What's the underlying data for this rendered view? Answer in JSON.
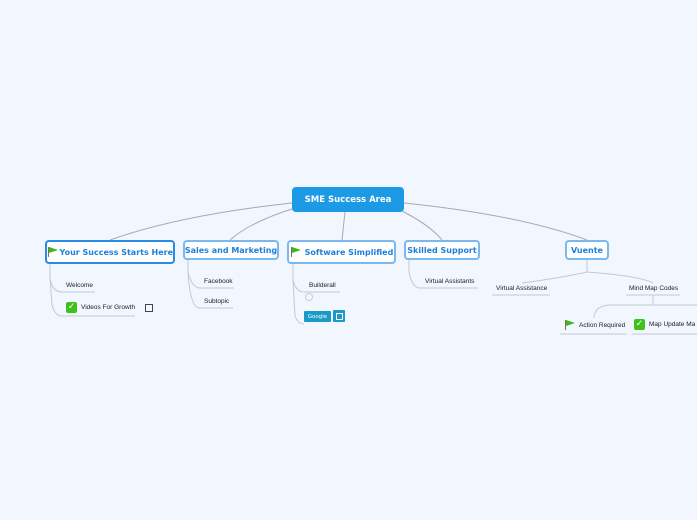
{
  "root": {
    "label": "SME Success Area",
    "color": "#1d9ae6"
  },
  "topics": [
    {
      "label": "Your Success Starts Here",
      "icon": "flag-icon",
      "subtopics": [
        {
          "label": "Welcome"
        },
        {
          "label": "Videos For Growth",
          "icon": "checkmark-icon",
          "link": true
        }
      ]
    },
    {
      "label": "Sales and Marketing",
      "subtopics": [
        {
          "label": "Facebook"
        },
        {
          "label": "Subtopic"
        }
      ]
    },
    {
      "label": "Software Simplified",
      "icon": "flag-icon",
      "subtopics": [
        {
          "label": "Builderall"
        },
        {
          "label": "Google",
          "button": true,
          "link": true
        }
      ]
    },
    {
      "label": "Skilled Support",
      "subtopics": [
        {
          "label": "Virtual Assistants"
        }
      ]
    },
    {
      "label": "Vuente",
      "subtopics": [
        {
          "label": "Virtual Assistance"
        },
        {
          "label": "Mind Map Codes",
          "children": [
            {
              "label": "Action Required",
              "icon": "flag-icon"
            },
            {
              "label": "Map Update Ma",
              "icon": "checkmark-icon"
            }
          ]
        }
      ]
    }
  ]
}
